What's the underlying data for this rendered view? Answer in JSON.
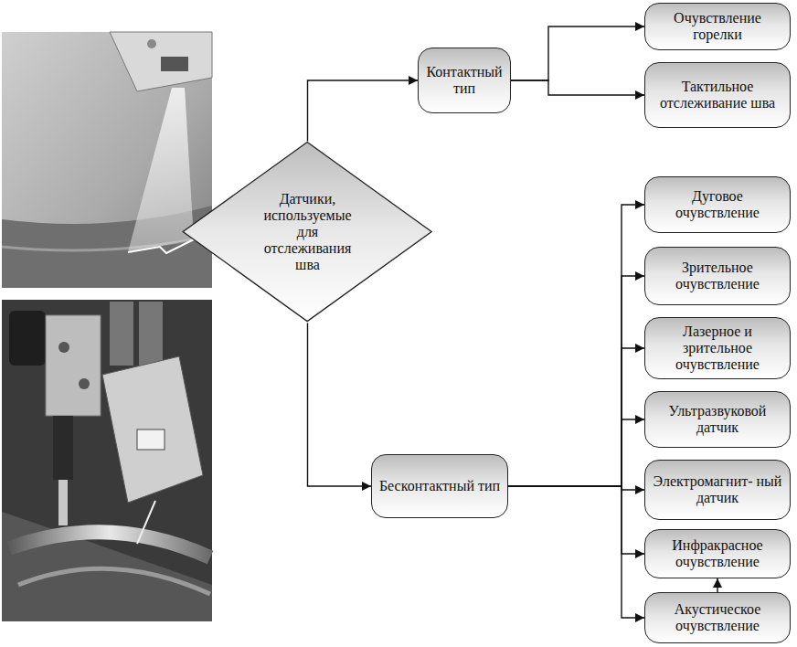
{
  "diagram": {
    "nodes": [
      {
        "text": [
          "Датчики, используемые для отслеживания шва"
        ]
      },
      {
        "text": [
          "Контактный тип"
        ]
      },
      {
        "text": [
          "Очувствление горелки"
        ]
      },
      {
        "text": [
          "Тактильное отслеживание шва"
        ]
      },
      {
        "text": [
          "Бесконтактный тип"
        ]
      },
      {
        "text": [
          "Дуговое очувствление"
        ]
      },
      {
        "text": [
          "Зрительное очувствление"
        ]
      },
      {
        "text": [
          "Лазерное и зрительное очувствление"
        ]
      },
      {
        "text": [
          "Ультразвуковой датчик"
        ]
      },
      {
        "text": [
          "Электромагнит- ный датчик"
        ]
      },
      {
        "text": [
          "Инфракрасное очувствление"
        ]
      },
      {
        "text": [
          "Акустическое очувствление"
        ]
      }
    ],
    "edges": [
      {
        "from": 0,
        "to": 1,
        "arrow": "to"
      },
      {
        "from": 0,
        "to": 4,
        "arrow": "to"
      },
      {
        "from": 1,
        "to": 2,
        "arrow": "to"
      },
      {
        "from": 1,
        "to": 3,
        "arrow": "to"
      },
      {
        "from": 4,
        "to": 5,
        "arrow": "to"
      },
      {
        "from": 4,
        "to": 6,
        "arrow": "to"
      },
      {
        "from": 4,
        "to": 7,
        "arrow": "to"
      },
      {
        "from": 4,
        "to": 8,
        "arrow": "to"
      },
      {
        "from": 4,
        "to": 9,
        "arrow": "to"
      },
      {
        "from": 4,
        "to": 10,
        "arrow": "to"
      },
      {
        "from": 4,
        "to": 11,
        "arrow": "to"
      },
      {
        "from": 11,
        "to": 10,
        "arrow": "to"
      }
    ]
  }
}
